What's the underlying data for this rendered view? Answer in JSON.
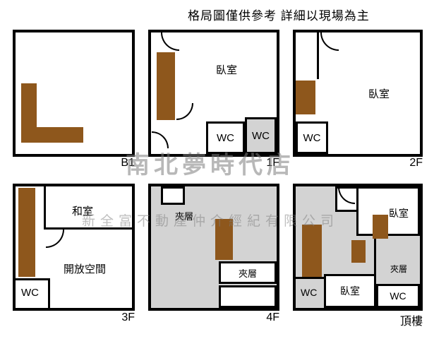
{
  "header": {
    "disclaimer": "格局圖僅供參考 詳細以現場為主"
  },
  "watermark": {
    "store": "南北夢時代店",
    "company": "新全富不動產仲介經紀有限公司"
  },
  "colors": {
    "stairs": "#8e571c",
    "mezzanine": "#d3d3d3",
    "wall": "#000000",
    "watermark": "#7d7d7d"
  },
  "floors": {
    "b1": {
      "label": "B1"
    },
    "f1": {
      "label": "1F",
      "bedroom": "臥室",
      "wc1": "WC",
      "wc2": "WC"
    },
    "f2": {
      "label": "2F",
      "bedroom": "臥室",
      "wc": "WC"
    },
    "f3": {
      "label": "3F",
      "tatami": "和室",
      "open": "開放空間",
      "wc": "WC"
    },
    "f4": {
      "label": "4F",
      "mezz1": "夾層",
      "mezz2": "夾層"
    },
    "roof": {
      "label": "頂樓",
      "bedroom1": "臥室",
      "bedroom2": "臥室",
      "mezz": "夾層",
      "wc1": "WC",
      "wc2": "WC"
    }
  }
}
